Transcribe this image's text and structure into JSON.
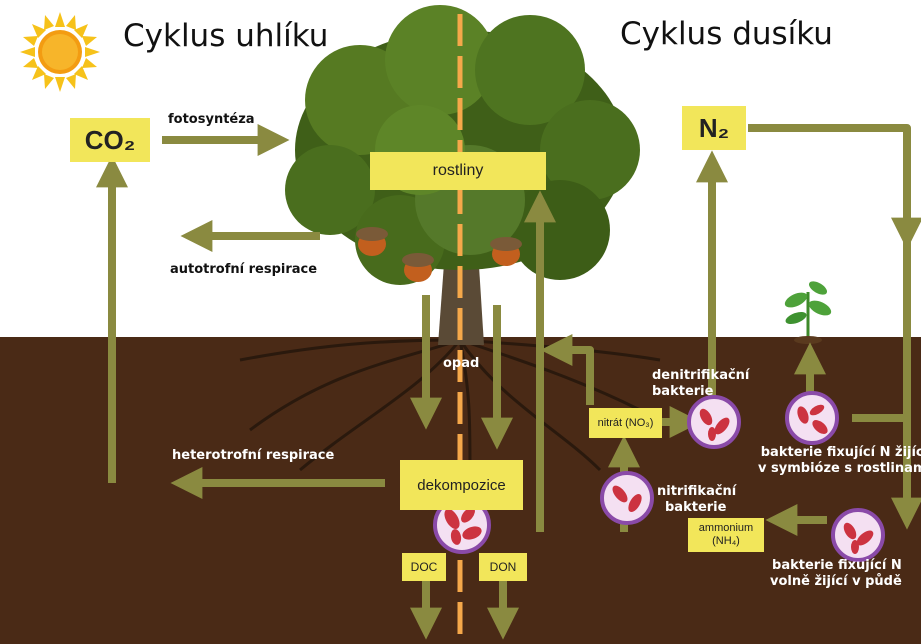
{
  "title_left": "Cyklus uhlíku",
  "title_right": "Cyklus dusíku",
  "boxes": {
    "co2": "CO₂",
    "n2": "N₂",
    "rostliny": "rostliny",
    "dekompozice": "dekompozice",
    "nitrat": "nitrát (NO₃)",
    "ammonium_line1": "ammonium",
    "ammonium_line2": "(NH₄)",
    "doc": "DOC",
    "don": "DON"
  },
  "labels": {
    "fotosynteza": "fotosyntéza",
    "autotrofni": "autotrofní respirace",
    "heterotrofni": "heterotrofní respirace",
    "opad": "opad",
    "denitri_1": "denitrifikační",
    "denitri_2": "bakterie",
    "nitri_1": "nitrifikační",
    "nitri_2": "bakterie",
    "symbio_1": "bakterie fixující N žijící",
    "symbio_2": "v symbióze s rostlinami",
    "volne_1": "bakterie fixující  N",
    "volne_2": "volně žijící v půdě"
  },
  "colors": {
    "arrow": "#8a8a40",
    "box": "#f2e65a",
    "soil": "#4a2a16",
    "centerline": "#f5a84a",
    "bacteria_ring": "#8a4aa8",
    "bacteria_fill": "#f4e0f2",
    "bacteria_cell": "#cc3340"
  }
}
